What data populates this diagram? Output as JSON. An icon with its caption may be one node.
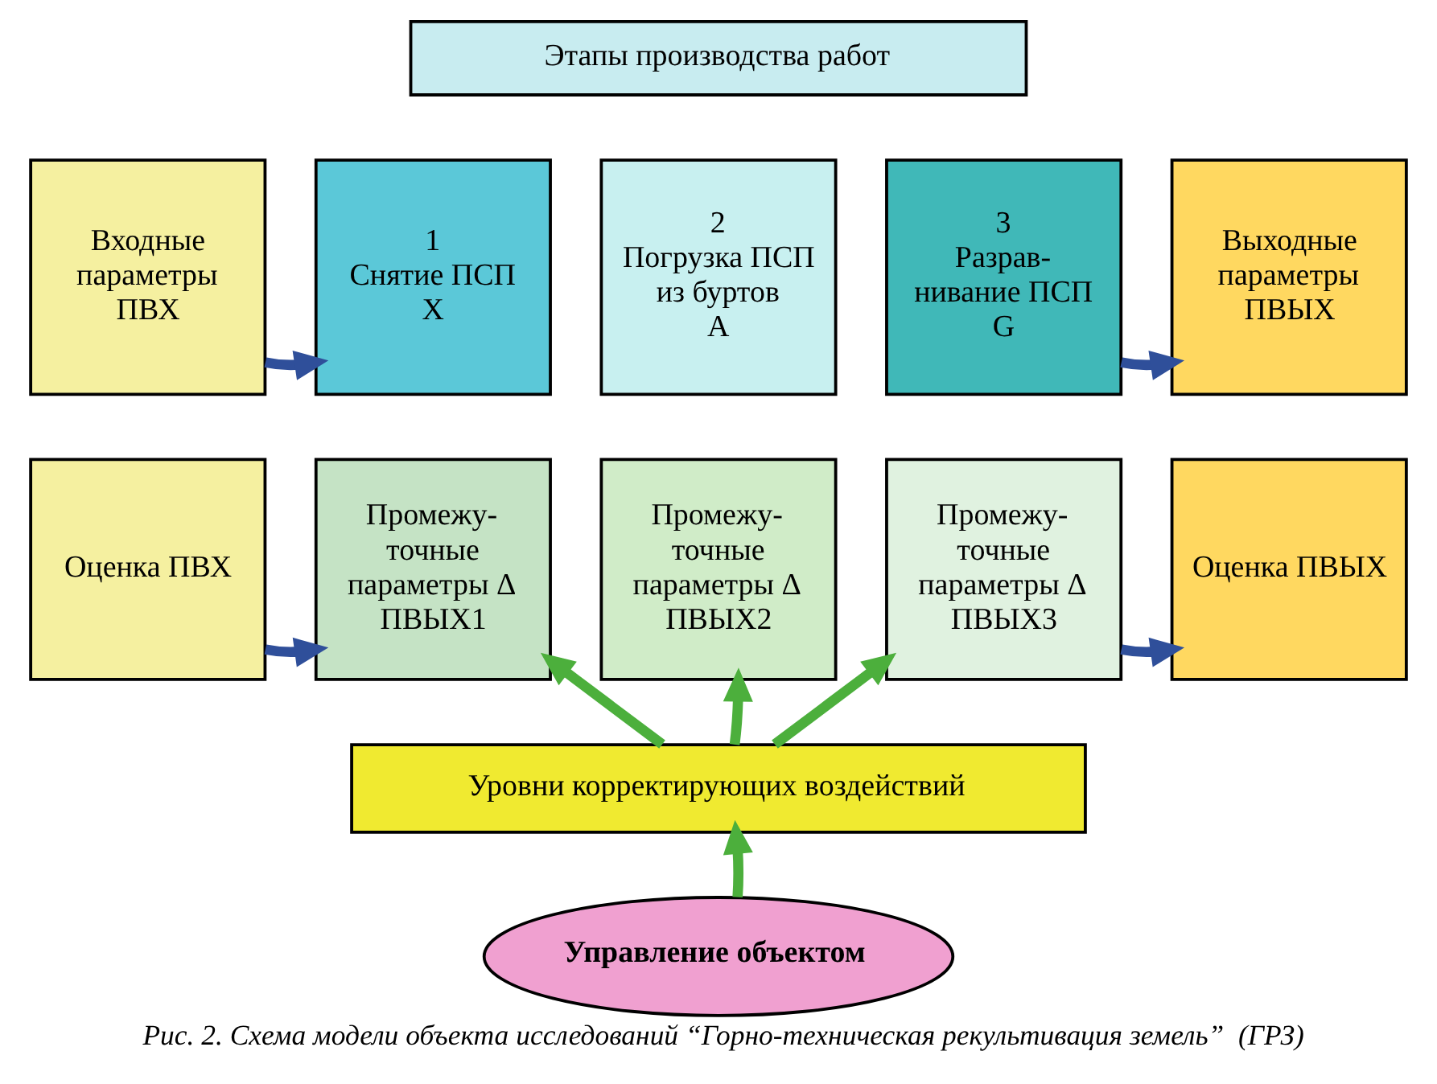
{
  "diagram": {
    "caption": "Рис. 2. Схема модели объекта исследований “Горно-техническая рекультивация земель”  (ГРЗ)",
    "nodes": [
      {
        "text": [
          "Этапы производства работ"
        ]
      },
      {
        "text": [
          "Входные параметры ПВХ"
        ]
      },
      {
        "text": [
          "1",
          "Снятие ПСП",
          "X"
        ]
      },
      {
        "text": [
          "2",
          "Погрузка ПСП из буртов",
          "A"
        ]
      },
      {
        "text": [
          "3",
          "Разрав- нивание ПСП",
          "G"
        ]
      },
      {
        "text": [
          "Выходные параметры ПВЫХ"
        ]
      },
      {
        "text": [
          "Оценка ПВХ"
        ]
      },
      {
        "text": [
          "Промежу- точные параметры Δ ПВЫХ1"
        ]
      },
      {
        "text": [
          "Промежу- точные параметры Δ ПВЫХ2"
        ]
      },
      {
        "text": [
          "Промежу- точные параметры Δ ПВЫХ3"
        ]
      },
      {
        "text": [
          "Оценка ПВЫХ"
        ]
      },
      {
        "text": [
          "Уровни корректирующих воздействий"
        ]
      },
      {
        "text": [
          "Управление объектом"
        ]
      }
    ],
    "edges": [
      {
        "from": 1,
        "to": 2,
        "arrow": "to"
      },
      {
        "from": 4,
        "to": 5,
        "arrow": "to"
      },
      {
        "from": 6,
        "to": 7,
        "arrow": "to"
      },
      {
        "from": 9,
        "to": 10,
        "arrow": "to"
      },
      {
        "from": 11,
        "to": 7,
        "arrow": "to",
        "color": "#4caf3c"
      },
      {
        "from": 11,
        "to": 8,
        "arrow": "to",
        "color": "#4caf3c"
      },
      {
        "from": 11,
        "to": 9,
        "arrow": "to",
        "color": "#4caf3c"
      },
      {
        "from": 12,
        "to": 11,
        "arrow": "to",
        "color": "#4caf3c"
      }
    ]
  }
}
